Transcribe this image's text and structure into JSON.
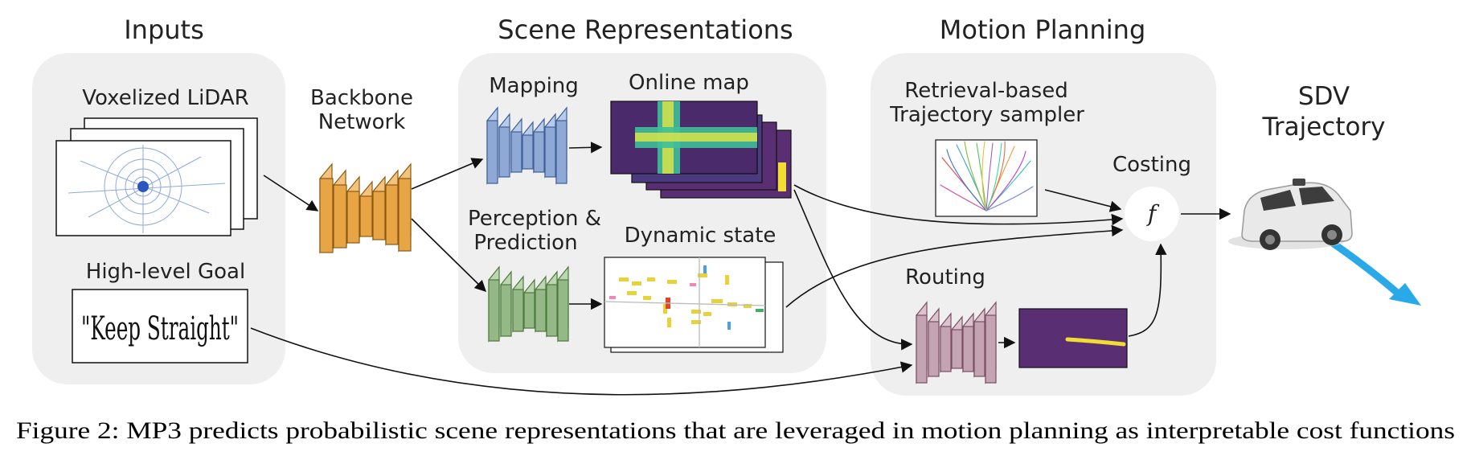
{
  "sections": {
    "inputs": "Inputs",
    "scene": "Scene Representations",
    "planning": "Motion Planning"
  },
  "labels": {
    "lidar": "Voxelized LiDAR",
    "goal": "High-level Goal",
    "goal_command": "\"Keep Straight\"",
    "backbone_1": "Backbone",
    "backbone_2": "Network",
    "mapping": "Mapping",
    "online_map": "Online map",
    "perception_1": "Perception &",
    "perception_2": "Prediction",
    "dynamic_state": "Dynamic state",
    "sampler_1": "Retrieval-based",
    "sampler_2": "Trajectory sampler",
    "costing": "Costing",
    "cost_symbol": "f",
    "routing": "Routing",
    "output_1": "SDV",
    "output_2": "Trajectory"
  },
  "caption": "Figure 2: MP3 predicts probabilistic scene representations that are leveraged in motion planning as interpretable cost functions",
  "colors": {
    "panel": "#efefef",
    "backbone": "#e8a545",
    "mapping": "#8fa9d6",
    "perception": "#94b886",
    "routing": "#c4a3b2",
    "map_bg": "#5a2e73",
    "map_road": "#3fbf9a",
    "map_highlight": "#f2dc34",
    "trajectory_arrow": "#29a9e8"
  }
}
